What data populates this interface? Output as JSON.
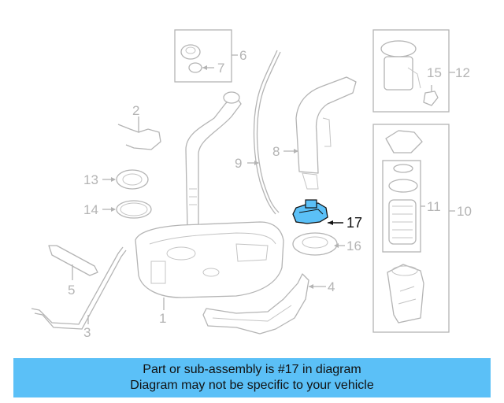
{
  "diagram": {
    "callouts": {
      "c1": "1",
      "c2": "2",
      "c3": "3",
      "c4": "4",
      "c5": "5",
      "c6": "6",
      "c7": "7",
      "c8": "8",
      "c9": "9",
      "c10": "10",
      "c11": "11",
      "c12": "12",
      "c13": "13",
      "c14": "14",
      "c15": "15",
      "c16": "16",
      "c17": "17"
    },
    "highlight_part": "17",
    "colors": {
      "highlight": "#5bc0f7",
      "linework": "#b4b4b4",
      "banner": "#5bc0f7"
    }
  },
  "footer": {
    "line1": "Part or sub-assembly is #17 in diagram",
    "line2": "Diagram may not be specific to your vehicle"
  }
}
